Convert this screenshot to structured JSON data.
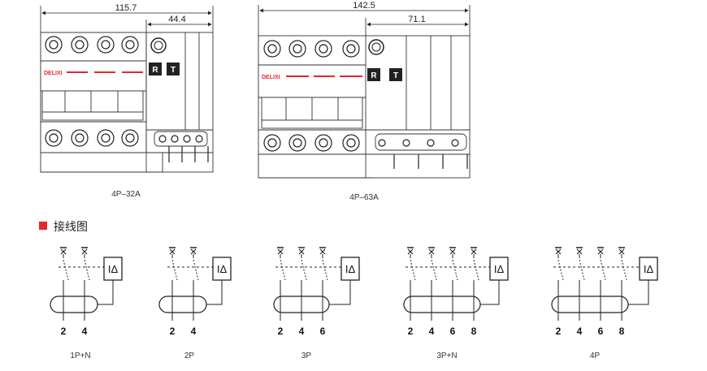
{
  "drawings": [
    {
      "caption": "4P–32A",
      "overall_dimension": "115.7",
      "right_dimension": "44.4",
      "brand": "DELIXI",
      "test_button": "T",
      "reset_button": "R"
    },
    {
      "caption": "4P–63A",
      "overall_dimension": "142.5",
      "right_dimension": "71.1",
      "brand": "DELIXI",
      "test_button": "T",
      "reset_button": "R"
    }
  ],
  "section": {
    "title": "接线图",
    "accent_color": "#e8262a"
  },
  "residual_current_symbol": "IΔ",
  "wiring_diagrams": [
    {
      "caption": "1P+N",
      "terminals": [
        "2",
        "4"
      ]
    },
    {
      "caption": "2P",
      "terminals": [
        "2",
        "4"
      ]
    },
    {
      "caption": "3P",
      "terminals": [
        "2",
        "4",
        "6"
      ]
    },
    {
      "caption": "3P+N",
      "terminals": [
        "2",
        "4",
        "6",
        "8"
      ]
    },
    {
      "caption": "4P",
      "terminals": [
        "2",
        "4",
        "6",
        "8"
      ]
    }
  ]
}
